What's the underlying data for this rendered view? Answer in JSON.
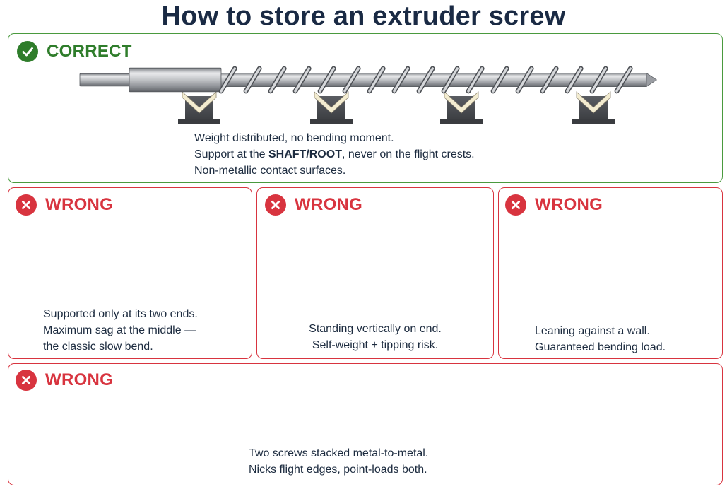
{
  "title": "How to store an extruder screw",
  "correct_panel": {
    "label": "CORRECT",
    "lines": [
      "Weight distributed, no bending moment.",
      {
        "prefix": "Support at the ",
        "emphasis": "SHAFT/ROOT",
        "suffix": ", never on the flight crests."
      },
      "Non-metallic contact surfaces."
    ]
  },
  "wrong_panels": [
    {
      "label": "WRONG",
      "lines": [
        "Supported only at its two ends.",
        "Maximum sag at the middle —",
        "the classic slow bend."
      ]
    },
    {
      "label": "WRONG",
      "lines": [
        "Standing vertically on end.",
        "Self-weight + tipping risk."
      ]
    },
    {
      "label": "WRONG",
      "lines": [
        "Leaning against a wall.",
        "Guaranteed bending load."
      ]
    },
    {
      "label": "WRONG",
      "lines": [
        "Two screws stacked metal-to-metal.",
        "Nicks flight edges, point-loads both."
      ]
    }
  ],
  "colors": {
    "correct": "#2f7d2b",
    "wrong": "#d8343f",
    "title": "#1a2a44"
  }
}
